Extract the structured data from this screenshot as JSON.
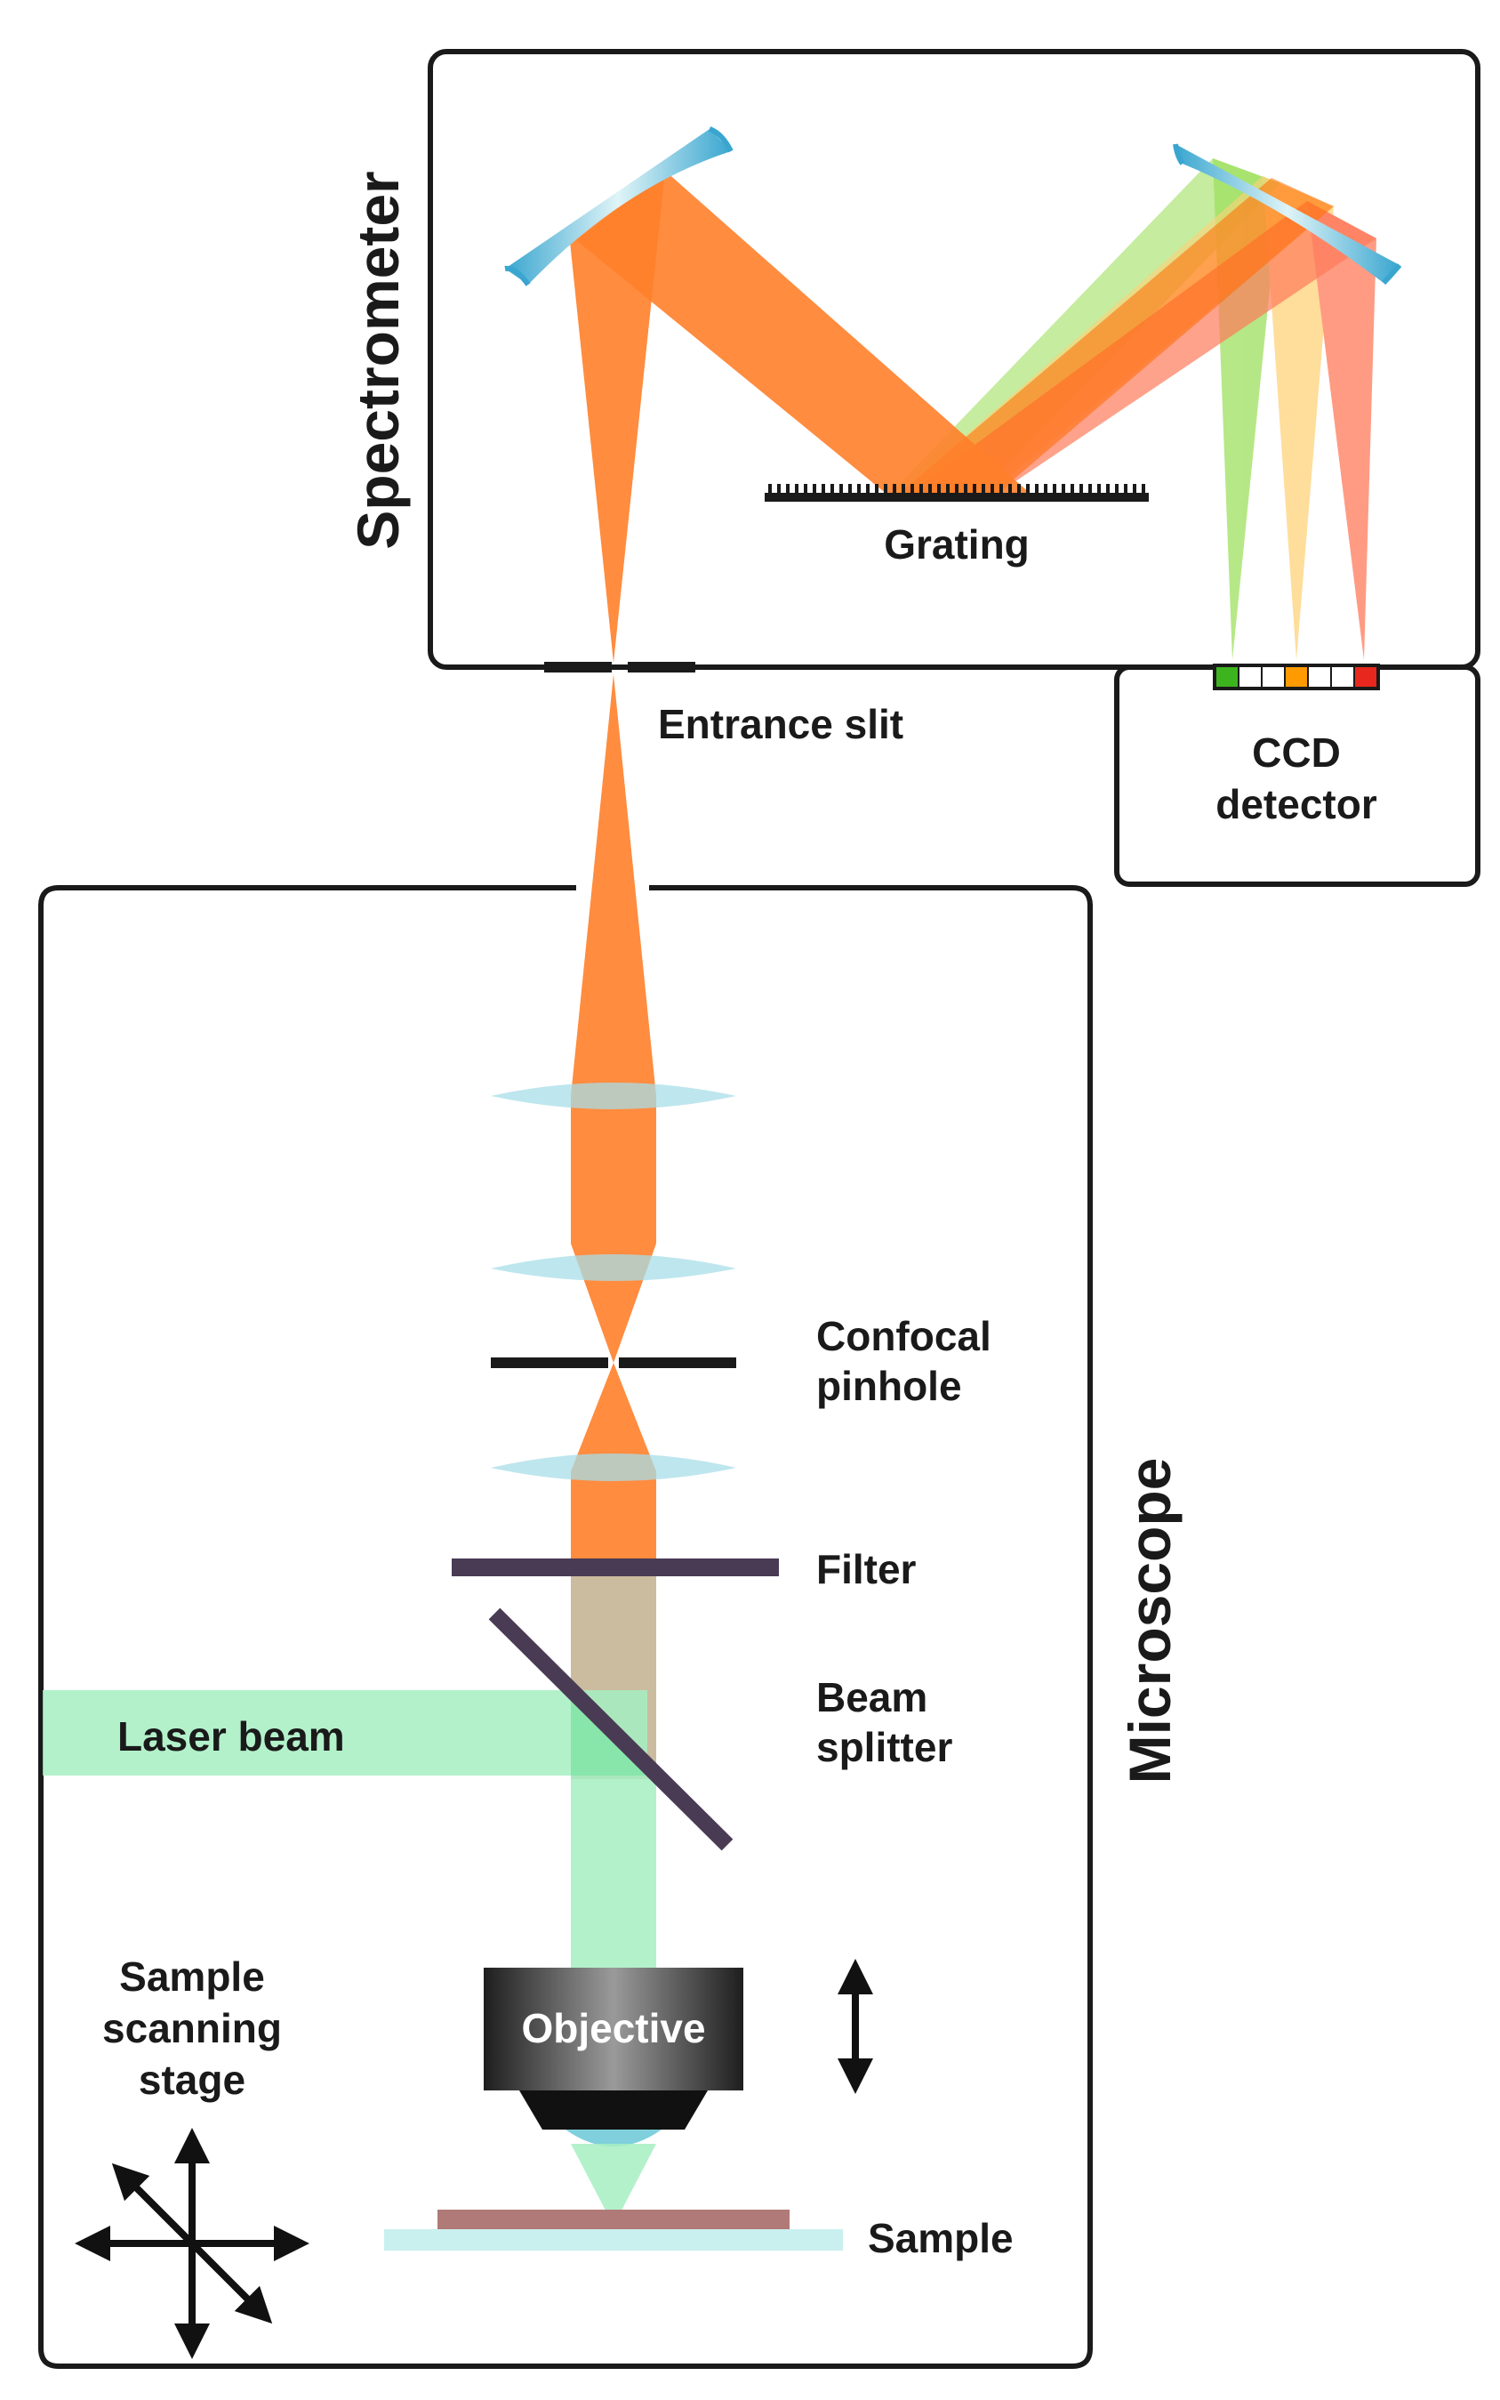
{
  "labels": {
    "spectrometer": "Spectrometer",
    "grating": "Grating",
    "entrance_slit": "Entrance slit",
    "ccd_line1": "CCD",
    "ccd_line2": "detector",
    "confocal_line1": "Confocal",
    "confocal_line2": "pinhole",
    "filter": "Filter",
    "beam_line1": "Beam",
    "beam_line2": "splitter",
    "laser_beam": "Laser beam",
    "microscope": "Microscope",
    "sample_stage_line1": "Sample",
    "sample_stage_line2": "scanning",
    "sample_stage_line3": "stage",
    "objective": "Objective",
    "sample": "Sample"
  },
  "colors": {
    "raman_beam": "#ff7f2a",
    "laser_beam": "#a6efc2",
    "filtered_beam": "#c8b89a",
    "lens": "#a8dde8",
    "mirror": "#3fa9cf",
    "filter_bar": "#4a3b55",
    "sample": "#b07a78",
    "slide": "#c9efef",
    "green_ray": "#9ee05f",
    "yellow_ray": "#ffd27a",
    "red_ray": "#ff7a5a"
  },
  "ccd_pixels": [
    "#3cb41e",
    "#ffffff",
    "#ffffff",
    "#ff9a00",
    "#ffffff",
    "#ffffff",
    "#e8281e"
  ]
}
